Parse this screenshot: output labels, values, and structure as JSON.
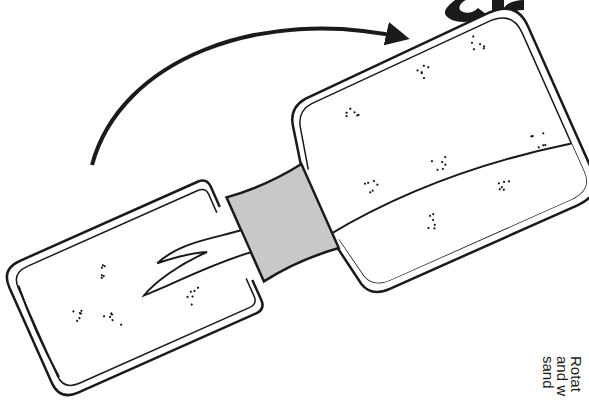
{
  "diagram": {
    "labels": [
      "Rotat",
      "and w",
      "sand"
    ]
  }
}
